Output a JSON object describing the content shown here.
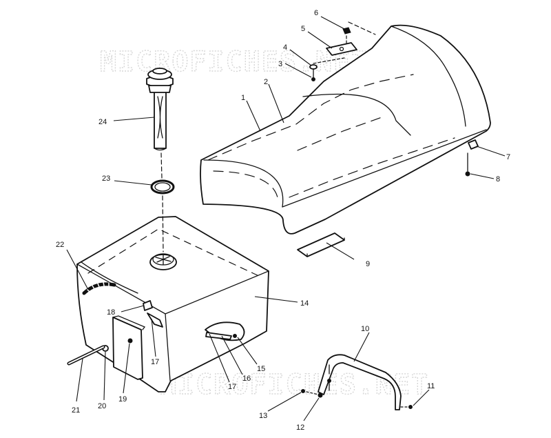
{
  "watermarks": [
    "MICROFICHES.NET",
    "MICROFICHES.NET"
  ],
  "callouts": [
    "1",
    "2",
    "3",
    "4",
    "5",
    "6",
    "7",
    "8",
    "9",
    "10",
    "11",
    "12",
    "13",
    "14",
    "15",
    "16",
    "17",
    "17",
    "18",
    "19",
    "20",
    "21",
    "22",
    "23",
    "24"
  ]
}
